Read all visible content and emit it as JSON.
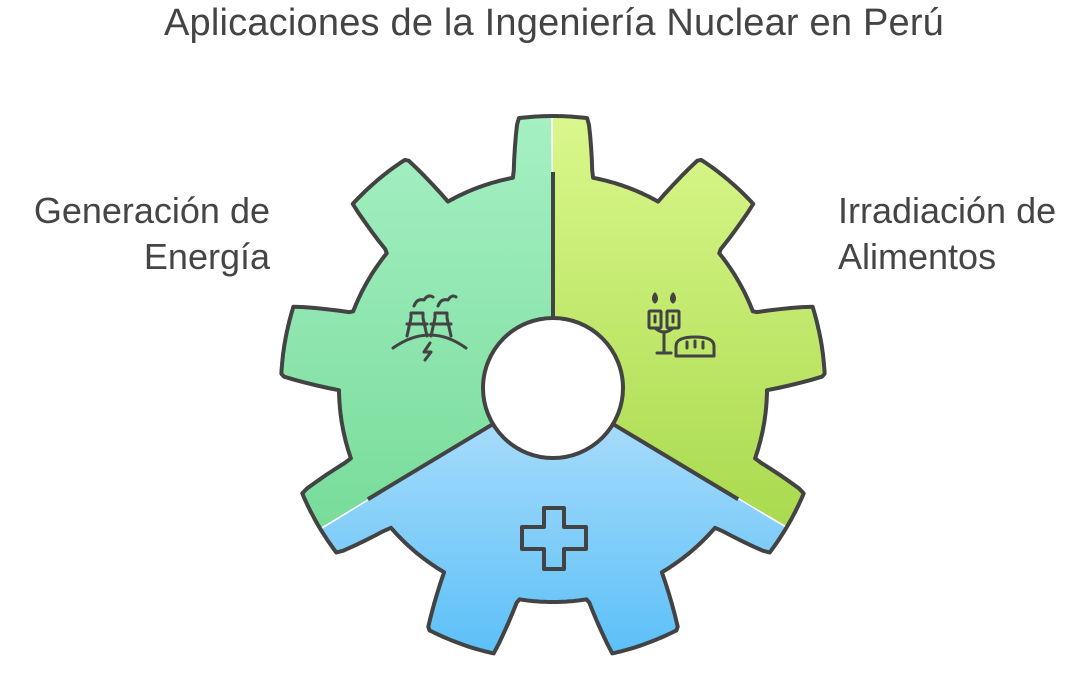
{
  "title": "Aplicaciones de la Ingeniería Nuclear en Perú",
  "segments": [
    {
      "id": "energia",
      "label_lines": [
        "Generación de",
        "Energía"
      ],
      "icon": "nuclear-plant-icon",
      "color_top": "#A6F0C4",
      "color_bottom": "#78DC9A"
    },
    {
      "id": "alimentos",
      "label_lines": [
        "Irradiación de",
        "Alimentos"
      ],
      "icon": "food-irradiation-icon",
      "color_top": "#DAF78C",
      "color_bottom": "#A9DA4E"
    },
    {
      "id": "medicina",
      "label_lines": [],
      "icon": "medical-cross-icon",
      "color_top": "#A6DBFA",
      "color_bottom": "#5CC0F8"
    }
  ],
  "colors": {
    "outline": "#434343",
    "text": "#444444"
  }
}
